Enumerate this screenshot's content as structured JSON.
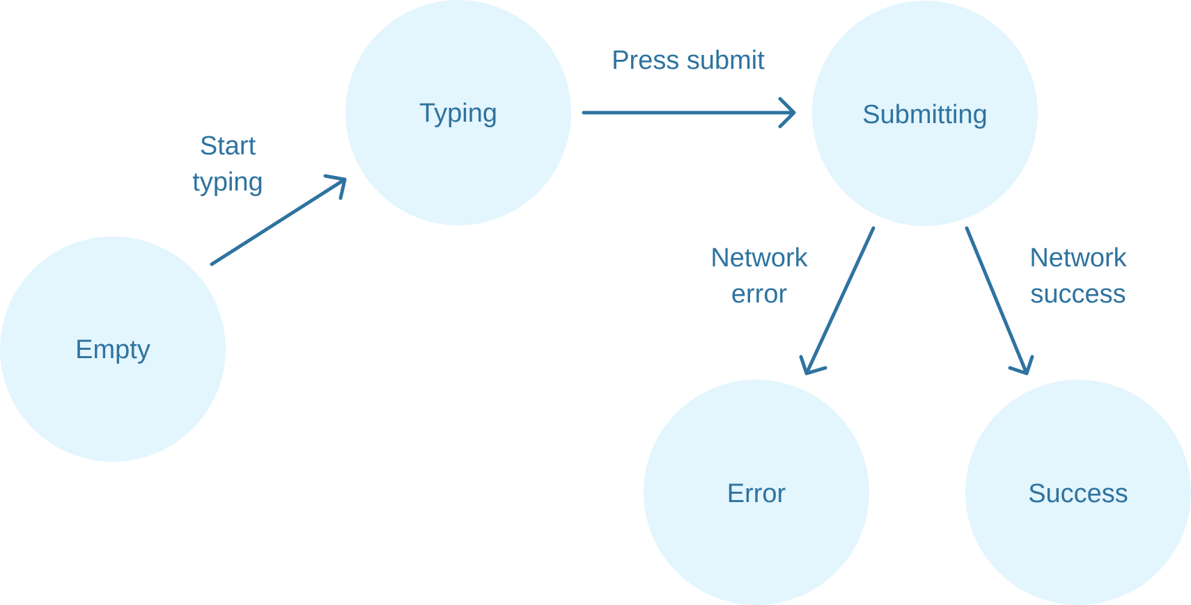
{
  "diagram": {
    "colors": {
      "node_fill": "#e3f5fd",
      "ink": "#2e73a0",
      "background": "#ffffff"
    },
    "states": {
      "empty": "Empty",
      "typing": "Typing",
      "submitting": "Submitting",
      "error": "Error",
      "success": "Success"
    },
    "transitions": {
      "start_typing": {
        "line1": "Start",
        "line2": "typing"
      },
      "press_submit": {
        "line1": "Press submit"
      },
      "network_error": {
        "line1": "Network",
        "line2": "error"
      },
      "network_success": {
        "line1": "Network",
        "line2": "success"
      }
    }
  }
}
